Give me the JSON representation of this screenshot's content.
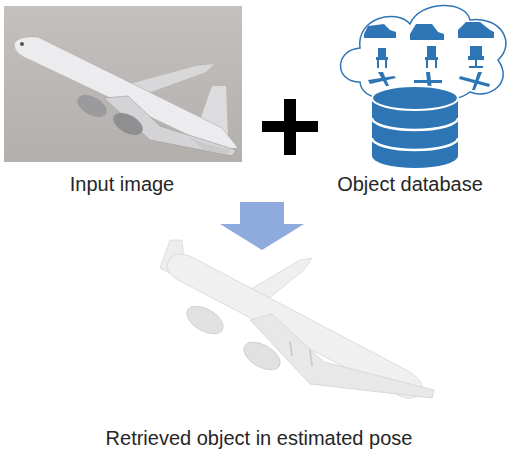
{
  "diagram": {
    "labels": [
      "Input image",
      "Object database",
      "Retrieved object in estimated pose"
    ]
  }
}
